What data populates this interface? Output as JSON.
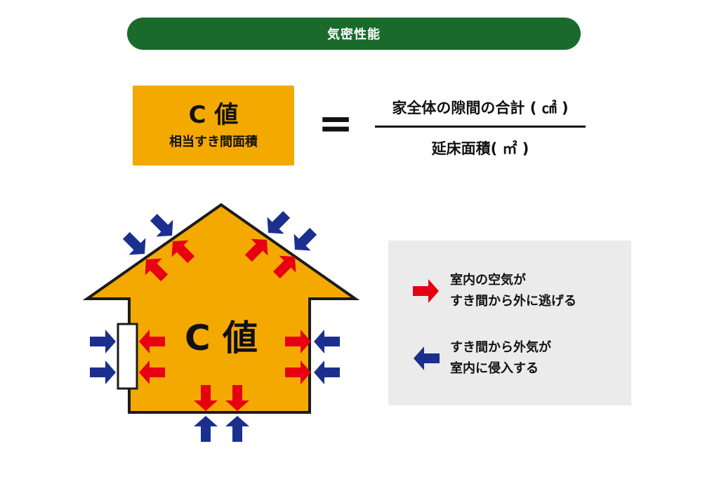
{
  "banner": {
    "title": "気密性能"
  },
  "formula": {
    "c_value_title": "C 値",
    "c_value_subtitle": "相当すき間面積",
    "equals_sign": "=",
    "numerator": "家全体の隙間の合計 ( ㎠ )",
    "denominator": "延床面積( ㎡ )"
  },
  "house": {
    "label": "C 値",
    "colors": {
      "body": "#f4a900",
      "outline": "#1c1c1c",
      "leak_out": "#e60012",
      "leak_in": "#1b2f8f"
    }
  },
  "legend": {
    "items": [
      {
        "icon": "red-arrow-right-icon",
        "lines": [
          "室内の空気が",
          "すき間から外に逃げる"
        ]
      },
      {
        "icon": "blue-arrow-left-icon",
        "lines": [
          "すき間から外気が",
          "室内に侵入する"
        ]
      }
    ]
  }
}
